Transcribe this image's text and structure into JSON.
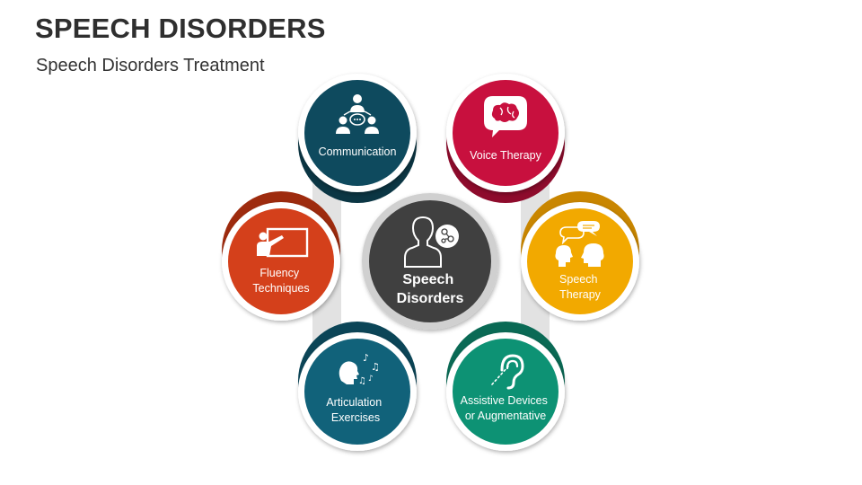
{
  "title": "SPEECH DISORDERS",
  "subtitle": "Speech Disorders Treatment",
  "center": {
    "line1": "Speech",
    "line2": "Disorders",
    "icon": "person-speech-icon",
    "color": "#404040"
  },
  "nodes": [
    {
      "id": "communication",
      "lines": [
        "Communication"
      ],
      "icon": "group-chat-icon",
      "color": "#0e4a5e"
    },
    {
      "id": "voice-therapy",
      "lines": [
        "Voice Therapy"
      ],
      "icon": "brain-speech-icon",
      "color": "#c8103e"
    },
    {
      "id": "fluency-techniques",
      "lines": [
        "Fluency",
        "Techniques"
      ],
      "icon": "presentation-icon",
      "color": "#d4401b"
    },
    {
      "id": "speech-therapy",
      "lines": [
        "Speech",
        "Therapy"
      ],
      "icon": "talking-heads-icon",
      "color": "#f2a900"
    },
    {
      "id": "articulation-exercises",
      "lines": [
        "Articulation",
        "Exercises"
      ],
      "icon": "singing-person-icon",
      "color": "#11627a"
    },
    {
      "id": "assistive-devices",
      "lines": [
        "Assistive Devices",
        "or Augmentative"
      ],
      "icon": "hearing-aid-icon",
      "color": "#0d9274"
    }
  ]
}
